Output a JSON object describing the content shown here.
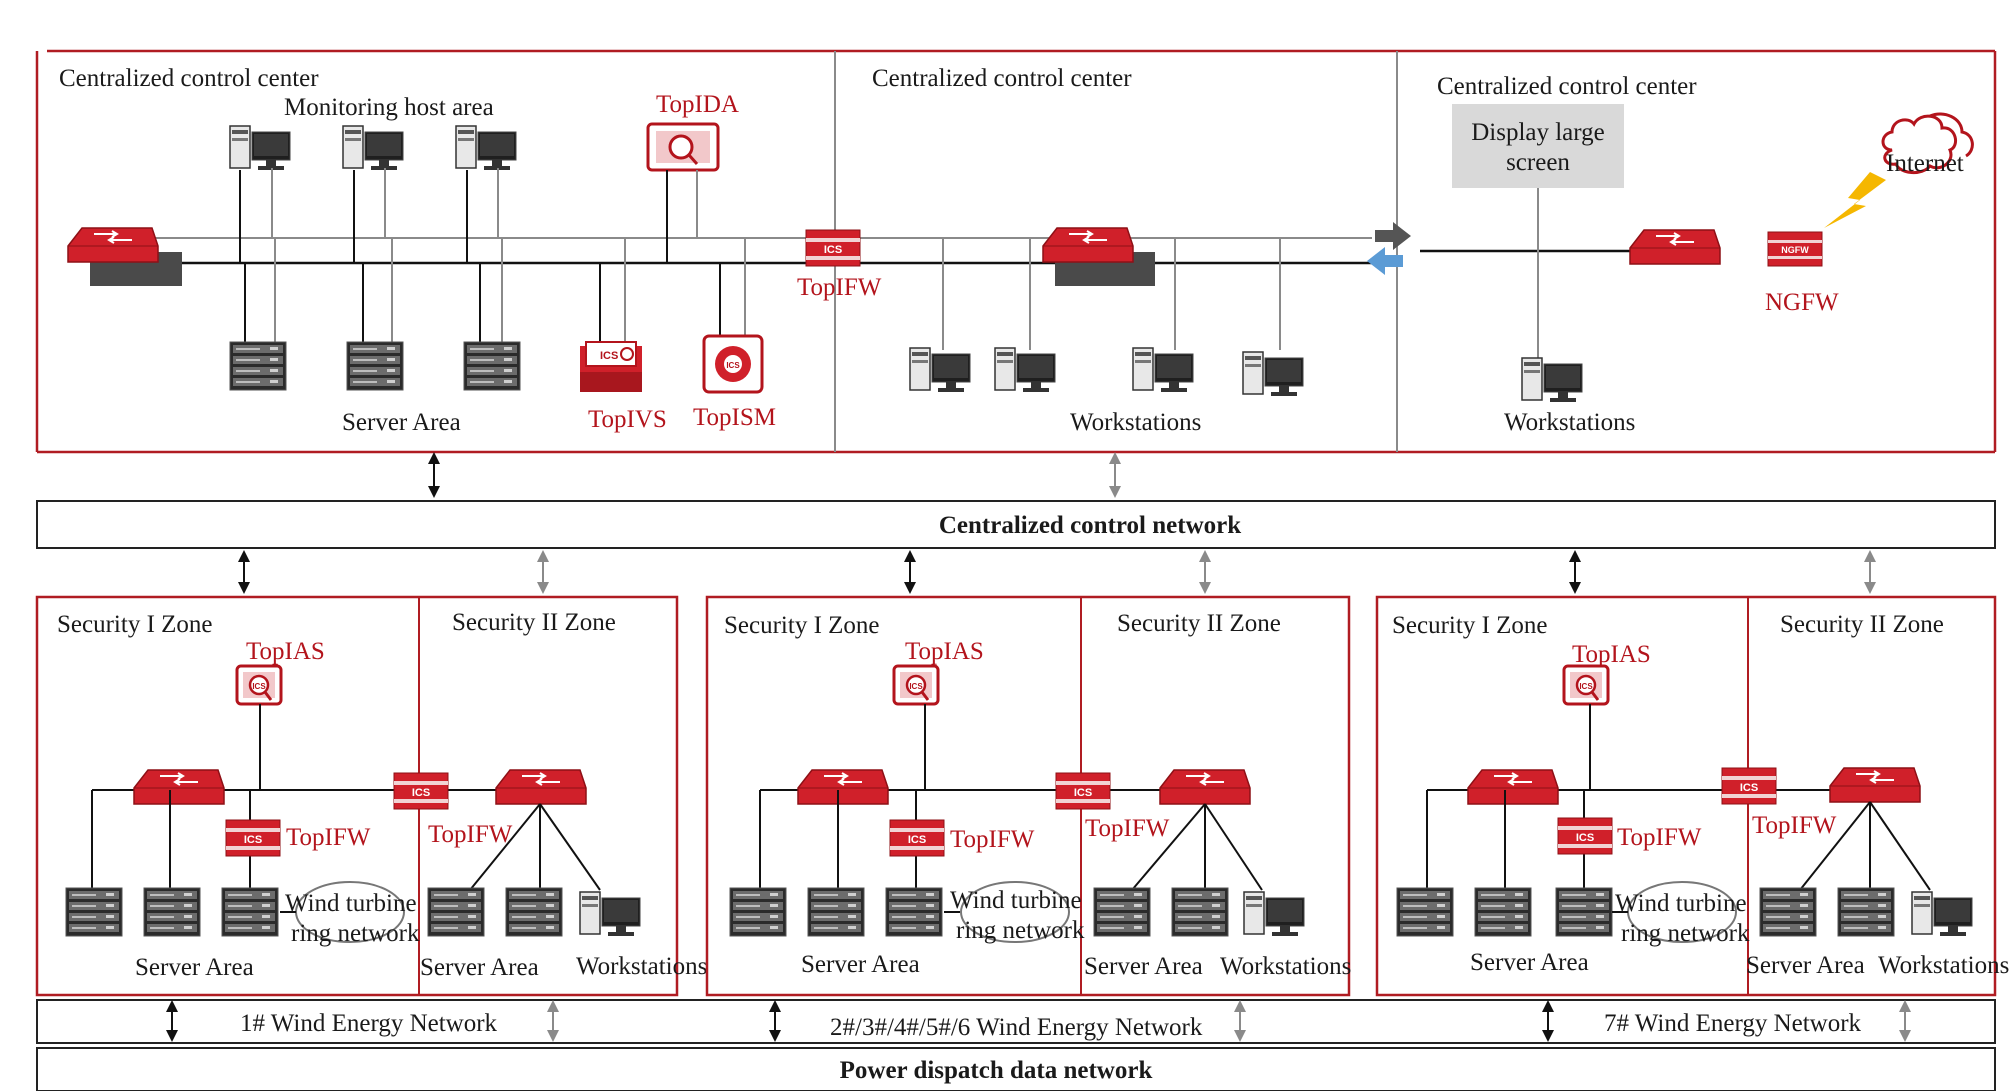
{
  "colors": {
    "accent_red": "#b3141c",
    "switch_red": "#d0202a",
    "frame_red": "#b01c22",
    "line_black": "#111111",
    "line_gray": "#8a8a8a",
    "arrow_blue": "#5b9bd5",
    "arrow_dark": "#555555",
    "screen_box": "#d9d9d9",
    "lightning": "#f5b700"
  },
  "top": {
    "left_title": "Centralized control center",
    "mid_title": "Centralized control center",
    "right_title": "Centralized control center",
    "monitoring_label": "Monitoring host area",
    "server_area_label": "Server Area",
    "workstations_mid_label": "Workstations",
    "workstations_right_label": "Workstations",
    "display_label_line1": "Display large",
    "display_label_line2": "screen",
    "internet_label": "Internet",
    "ngfw_label": "NGFW",
    "ngfw_box_label": "NGFW",
    "topida_label": "TopIDA",
    "topivs_label": "TopIVS",
    "topism_label": "TopISM",
    "topifw_label": "TopIFW",
    "ics_badge": "ICS"
  },
  "centralized_network_label": "Centralized control network",
  "zones": [
    {
      "sec1_label": "Security I Zone",
      "sec2_label": "Security II Zone",
      "topias_label": "TopIAS",
      "topifw_inner_label": "TopIFW",
      "topifw_border_label": "TopIFW",
      "wind_ring_line1": "Wind turbine",
      "wind_ring_line2": "ring network",
      "server_area_label": "Server Area",
      "sec2_server_label": "Server Area",
      "workstations_label": "Workstations",
      "wind_network_label": "1# Wind Energy Network"
    },
    {
      "sec1_label": "Security I Zone",
      "sec2_label": "Security II Zone",
      "topias_label": "TopIAS",
      "topifw_inner_label": "TopIFW",
      "topifw_border_label": "TopIFW",
      "wind_ring_line1": "Wind turbine",
      "wind_ring_line2": "ring network",
      "server_area_label": "Server Area",
      "sec2_server_label": "Server Area",
      "workstations_label": "Workstations",
      "wind_network_label": "2#/3#/4#/5#/6 Wind Energy Network"
    },
    {
      "sec1_label": "Security I Zone",
      "sec2_label": "Security II Zone",
      "topias_label": "TopIAS",
      "topifw_inner_label": "TopIFW",
      "topifw_border_label": "TopIFW",
      "wind_ring_line1": "Wind turbine",
      "wind_ring_line2": "ring network",
      "server_area_label": "Server Area",
      "sec2_server_label": "Server Area",
      "workstations_label": "Workstations",
      "wind_network_label": "7# Wind Energy Network"
    }
  ],
  "power_dispatch_label": "Power dispatch data network"
}
